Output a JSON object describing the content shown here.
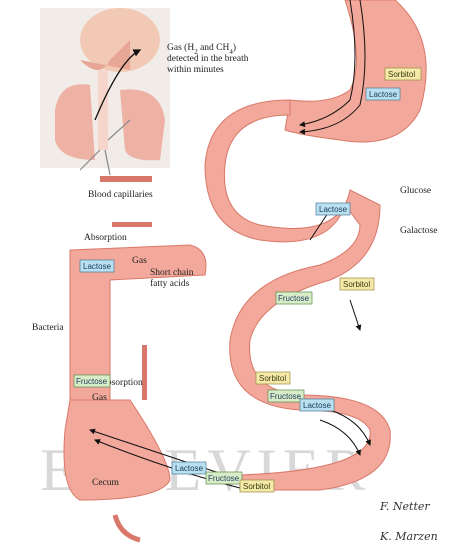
{
  "labels": {
    "gas_line1": "Gas (H",
    "gas_sub1": "2",
    "gas_mid": " and CH",
    "gas_sub2": "4",
    "gas_end": ")",
    "gas_line2": "detected in the breath",
    "gas_line3": "within minutes",
    "blood_capillaries": "Blood capillaries",
    "absorption_top": "Absorption",
    "gas": "Gas",
    "scfa_line1": "Short chain",
    "scfa_line2": "fatty acids",
    "bacteria": "Bacteria",
    "absorption_mid": "Absorption",
    "gas_mid_label": "Gas",
    "cecum": "Cecum",
    "glucose": "Glucose",
    "galactose": "Galactose"
  },
  "tags": {
    "stomach_sorbitol": "Sorbitol",
    "stomach_lactose": "Lactose",
    "duod_lactose": "Lactose",
    "jej_sorbitol": "Sorbitol",
    "jej_fructose": "Fructose",
    "colon_lactose": "Lactose",
    "colon_fructose": "Fructose",
    "ileum_sorbitol": "Sorbitol",
    "ileum_fructose": "Fructose",
    "ileum_lactose": "Lactose",
    "bottom_lactose": "Lactose",
    "bottom_fructose": "Fructose",
    "bottom_sorbitol": "Sorbitol"
  },
  "watermark": "ELSEVIER",
  "signatures": {
    "sig1": "F. Netter",
    "sig2": "K. Marzen"
  },
  "colors": {
    "intestine": "#f2a89a",
    "intestine_dark": "#d9786a",
    "tag_blue": "#b8e0f0",
    "tag_yellow": "#f4e9a8",
    "tag_green": "#d8ecc8"
  }
}
